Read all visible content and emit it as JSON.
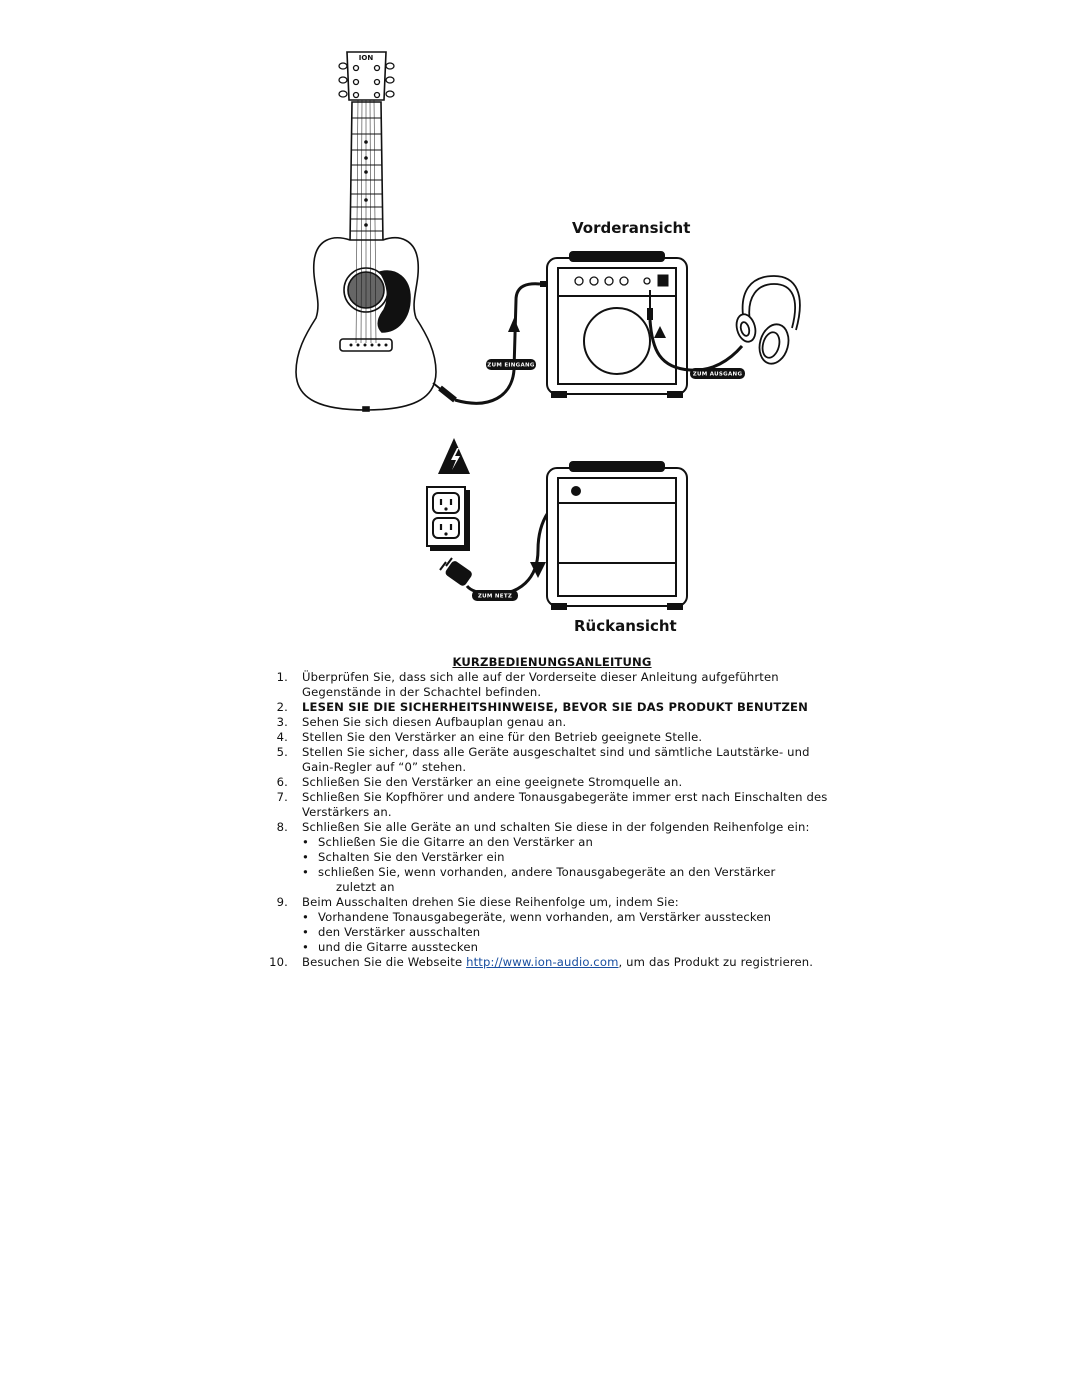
{
  "diagram": {
    "brand_logo": "ION",
    "front_view_label": "Vorderansicht",
    "rear_view_label": "Rückansicht",
    "connector_labels": {
      "input": "ZUM EINGANG",
      "output": "ZUM AUSGANG",
      "power": "ZUM NETZ"
    }
  },
  "manual": {
    "title": "KURZBEDIENUNGSANLEITUNG",
    "steps": [
      {
        "num": "1.",
        "text": "Überprüfen Sie, dass sich alle auf der Vorderseite dieser Anleitung aufgeführten Gegenstände in der Schachtel befinden."
      },
      {
        "num": "2.",
        "text": "LESEN SIE DIE SICHERHEITSHINWEISE, BEVOR SIE DAS PRODUKT BENUTZEN"
      },
      {
        "num": "3.",
        "text": "Sehen Sie sich diesen Aufbauplan genau an."
      },
      {
        "num": "4.",
        "text": "Stellen Sie den Verstärker an eine für den Betrieb geeignete Stelle."
      },
      {
        "num": "5.",
        "text": "Stellen Sie sicher, dass alle Geräte ausgeschaltet sind und sämtliche Lautstärke- und Gain-Regler auf “0” stehen."
      },
      {
        "num": "6.",
        "text": "Schließen Sie den Verstärker an eine geeignete Stromquelle an."
      },
      {
        "num": "7.",
        "text": "Schließen Sie Kopfhörer und andere Tonausgabegeräte immer erst nach Einschalten des Verstärkers an."
      },
      {
        "num": "8.",
        "text": "Schließen Sie alle Geräte an und schalten Sie diese in der folgenden Reihenfolge ein:",
        "sub": [
          "Schließen Sie die Gitarre an den Verstärker an",
          "Schalten Sie den Verstärker ein",
          "schließen Sie, wenn vorhanden, andere Tonausgabegeräte an den Verstärker",
          "zuletzt an"
        ]
      },
      {
        "num": "9.",
        "text": "Beim Ausschalten drehen Sie diese Reihenfolge um, indem Sie:",
        "sub": [
          "Vorhandene Tonausgabegeräte, wenn vorhanden, am Verstärker ausstecken",
          "den Verstärker ausschalten",
          "und die Gitarre ausstecken"
        ]
      },
      {
        "num": "10.",
        "text_before": "Besuchen Sie die Webseite",
        "link": "http://www.ion-audio.com",
        "text_after": ", um das Produkt zu registrieren."
      }
    ]
  }
}
